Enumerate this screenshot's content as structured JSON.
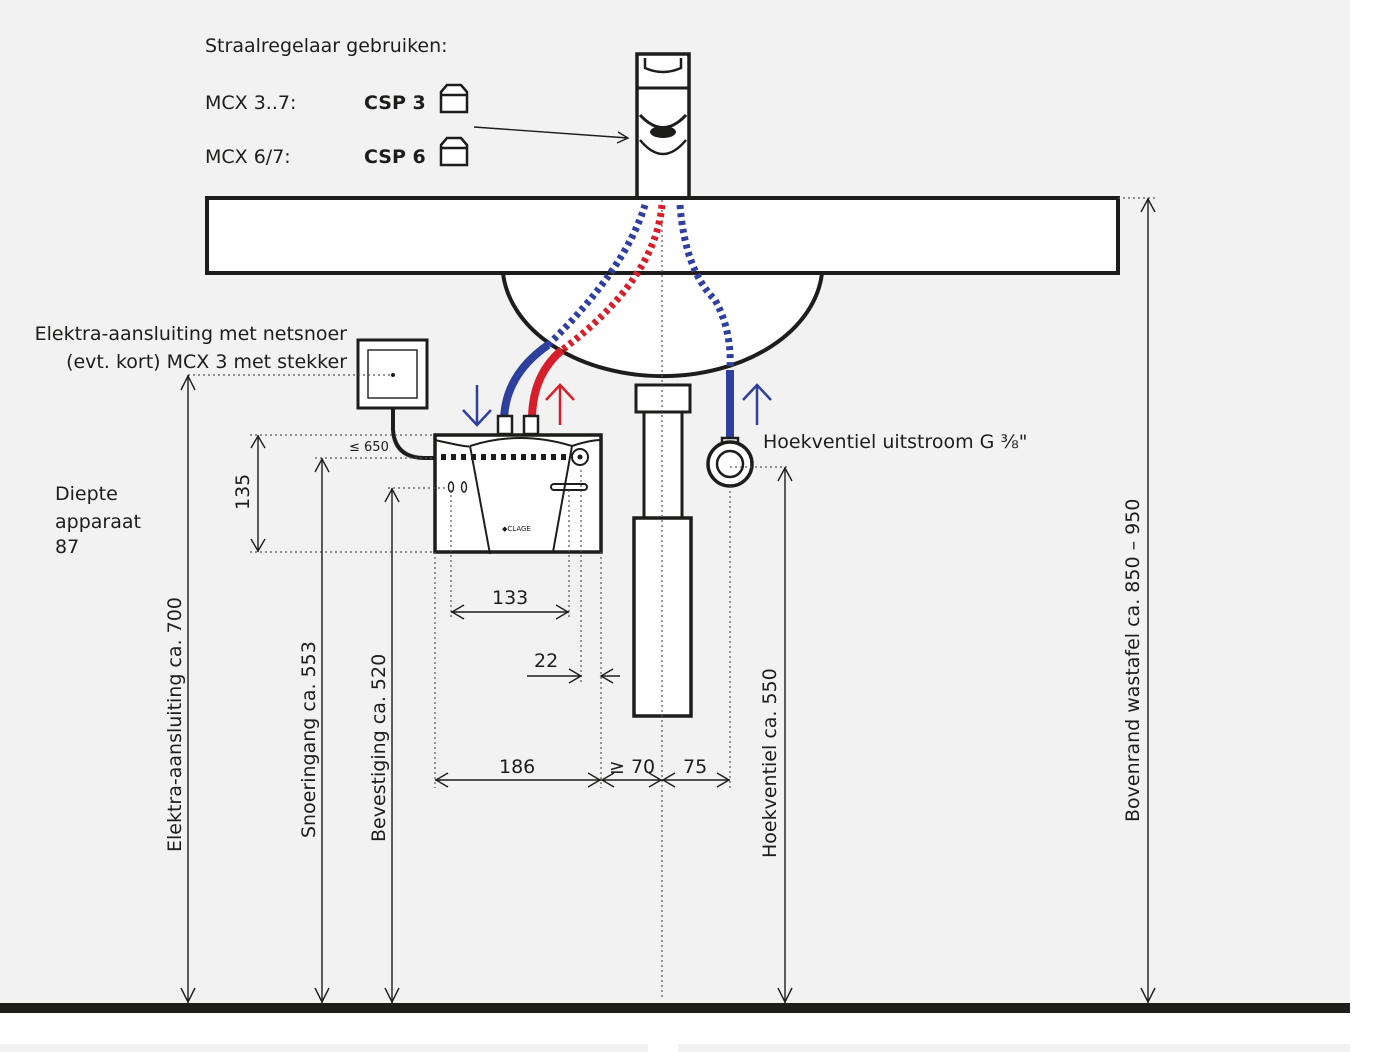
{
  "aerator": {
    "heading": "Straalregelaar gebruiken:",
    "rows": [
      {
        "model": "MCX 3..7:",
        "part": "CSP 3"
      },
      {
        "model": "MCX 6/7:",
        "part": "CSP 6"
      }
    ]
  },
  "labels": {
    "electric_line1": "Elektra-aansluiting met netsnoer",
    "electric_line2": "(evt. kort) MCX 3 met stekker",
    "depth_line1": "Diepte",
    "depth_line2": "apparaat",
    "depth_line3": "87",
    "angle_valve": "Hoekventiel uitstroom G ⅜\""
  },
  "dimensions": {
    "electric_height": "Elektra-aansluiting ca. 700",
    "cord_entry": "Snoeringang ca. 553",
    "mounting": "Bevestiging ca. 520",
    "angle_valve_height": "Hoekventiel ca. 550",
    "basin_top": "Bovenrand wastafel ca. 850 – 950",
    "max_650": "≤ 650",
    "height_135": "135",
    "width_133": "133",
    "offset_22": "22",
    "width_186": "186",
    "min_70": "≥ 70",
    "dist_75": "75"
  },
  "colors": {
    "background": "#f2f2f2",
    "cold": "#2e3f9e",
    "hot": "#d71f2b",
    "line": "#1d1d1b"
  }
}
